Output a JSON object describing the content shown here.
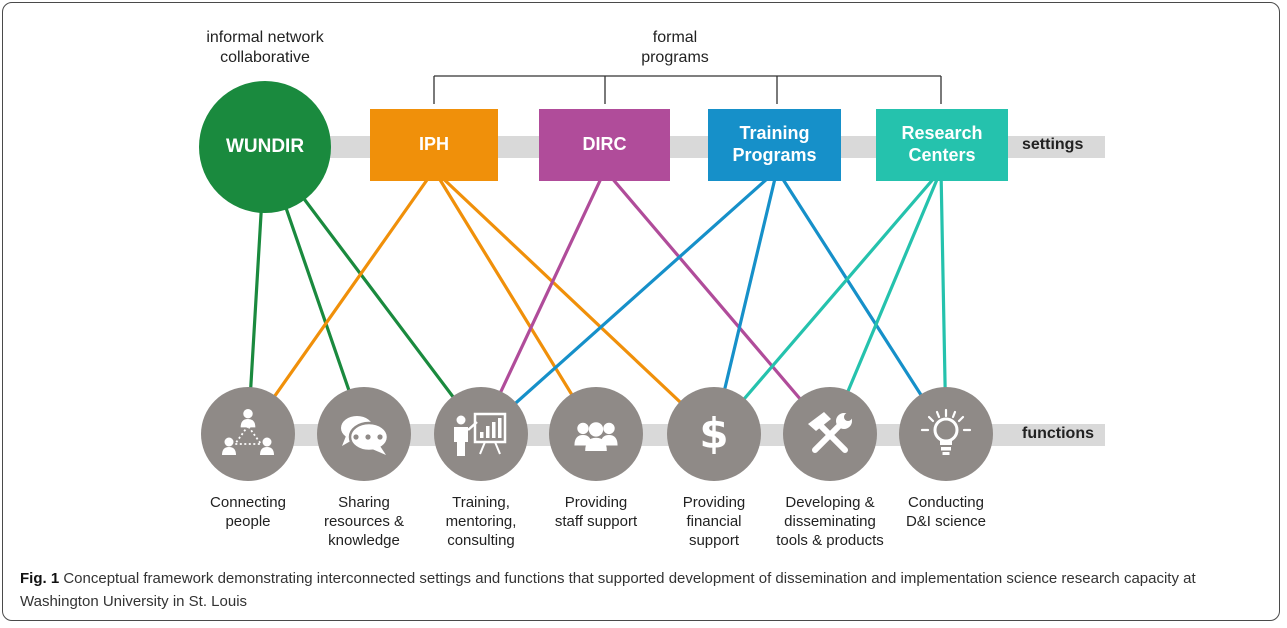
{
  "groups": {
    "informal": "informal network\ncollaborative",
    "formal": "formal\nprograms"
  },
  "lanes": {
    "settings": "settings",
    "functions": "functions"
  },
  "settings": [
    {
      "id": "wundir",
      "label": "WUNDIR",
      "color": "#1a8a3e"
    },
    {
      "id": "iph",
      "label": "IPH",
      "color": "#f0900a"
    },
    {
      "id": "dirc",
      "label": "DIRC",
      "color": "#b04c9a"
    },
    {
      "id": "training-programs",
      "label": "Training\nPrograms",
      "color": "#1690c9"
    },
    {
      "id": "research-centers",
      "label": "Research\nCenters",
      "color": "#25c2ad"
    }
  ],
  "functions": [
    {
      "id": "connecting-people",
      "label": "Connecting\npeople",
      "icon": "people-network-icon"
    },
    {
      "id": "sharing-resources",
      "label": "Sharing\nresources &\nknowledge",
      "icon": "speech-bubbles-icon"
    },
    {
      "id": "training-mentoring",
      "label": "Training,\nmentoring,\nconsulting",
      "icon": "presenter-chart-icon"
    },
    {
      "id": "staff-support",
      "label": "Providing\nstaff support",
      "icon": "group-icon"
    },
    {
      "id": "financial-support",
      "label": "Providing\nfinancial\nsupport",
      "icon": "dollar-icon"
    },
    {
      "id": "developing-tools",
      "label": "Developing &\ndisseminating\ntools & products",
      "icon": "tools-icon"
    },
    {
      "id": "conducting-science",
      "label": "Conducting\nD&I science",
      "icon": "lightbulb-icon"
    }
  ],
  "links": [
    [
      "wundir",
      "connecting-people"
    ],
    [
      "wundir",
      "sharing-resources"
    ],
    [
      "wundir",
      "training-mentoring"
    ],
    [
      "iph",
      "connecting-people"
    ],
    [
      "iph",
      "staff-support"
    ],
    [
      "iph",
      "financial-support"
    ],
    [
      "dirc",
      "training-mentoring"
    ],
    [
      "dirc",
      "developing-tools"
    ],
    [
      "training-programs",
      "training-mentoring"
    ],
    [
      "training-programs",
      "financial-support"
    ],
    [
      "training-programs",
      "conducting-science"
    ],
    [
      "research-centers",
      "financial-support"
    ],
    [
      "research-centers",
      "developing-tools"
    ],
    [
      "research-centers",
      "conducting-science"
    ]
  ],
  "colors": {
    "lane": "#d9d9d9",
    "function_circle": "#8f8a87",
    "bracket": "#333333"
  },
  "caption": {
    "label": "Fig. 1",
    "text": " Conceptual framework demonstrating interconnected settings and functions that supported development of dissemination and implementation science research capacity at Washington University in St. Louis"
  }
}
